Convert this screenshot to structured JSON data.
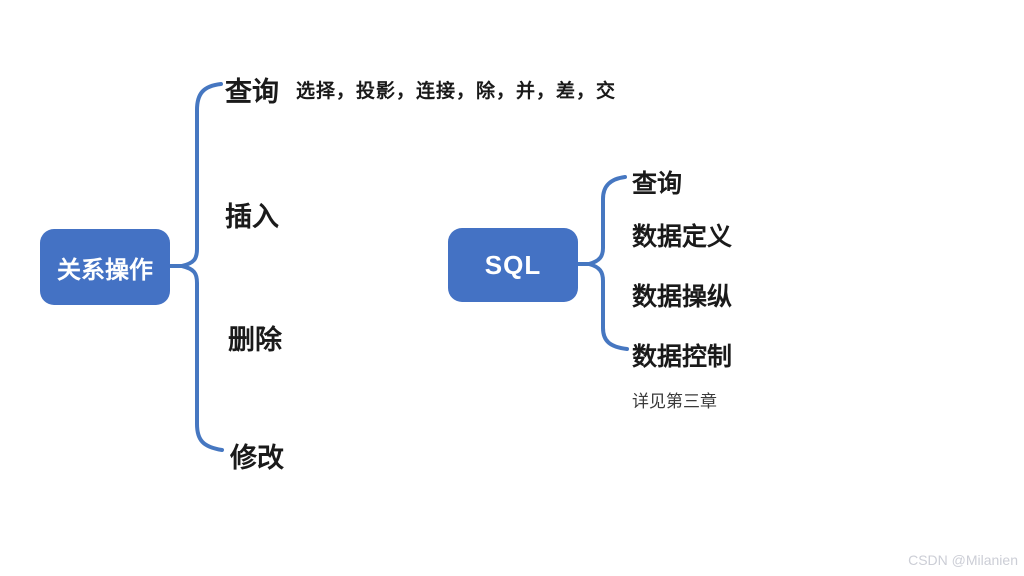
{
  "colors": {
    "accent_blue": "#4472C4",
    "brace_blue": "#4677C1",
    "text_dark": "#1a1a1a",
    "note_gray": "#3a3a3a",
    "watermark_gray": "#ccced6"
  },
  "diagram": {
    "left_tree": {
      "root_label": "关系操作",
      "children": [
        {
          "label": "查询",
          "annotation": "选择，投影，连接，除，并，差，交"
        },
        {
          "label": "插入"
        },
        {
          "label": "删除"
        },
        {
          "label": "修改"
        }
      ]
    },
    "right_tree": {
      "root_label": "SQL",
      "children": [
        {
          "label": "查询"
        },
        {
          "label": "数据定义"
        },
        {
          "label": "数据操纵"
        },
        {
          "label": "数据控制"
        }
      ],
      "note": "详见第三章"
    }
  },
  "watermark": "CSDN @Milanien"
}
